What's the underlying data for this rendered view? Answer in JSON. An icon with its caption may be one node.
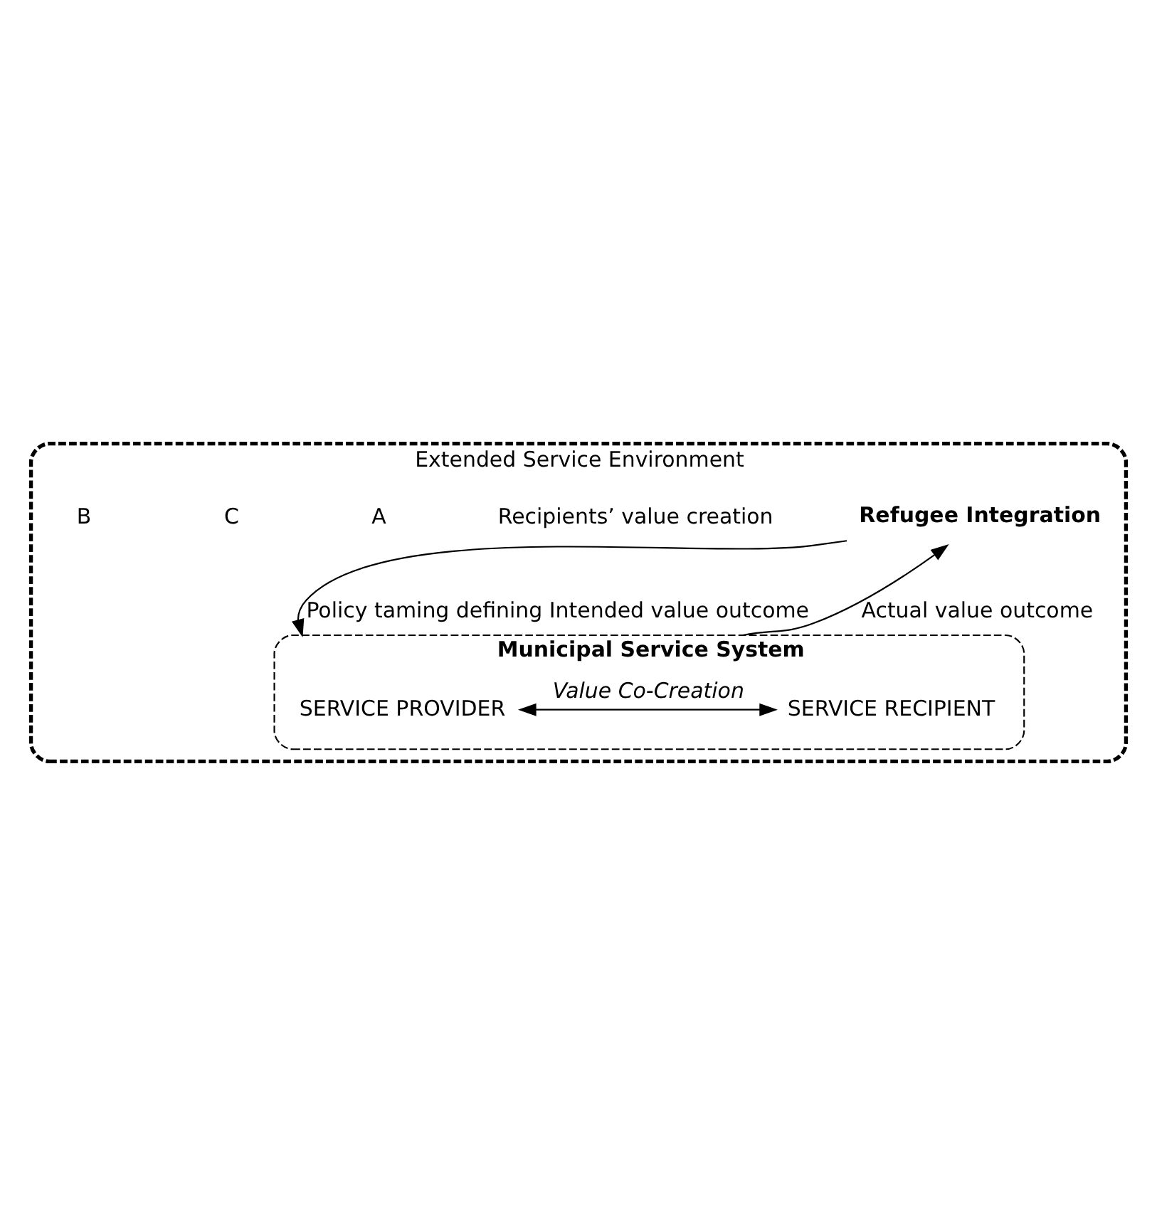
{
  "diagram": {
    "nodes": [
      {
        "text": [
          "Extended Service Environment"
        ]
      },
      {
        "text": [
          "Refugee Integration"
        ],
        "in": 0
      },
      {
        "text": [
          "Municipal Service System"
        ],
        "in": 0
      },
      {
        "text": [
          "SERVICE PROVIDER"
        ],
        "in": 2
      },
      {
        "text": [
          "SERVICE RECIPIENT"
        ],
        "in": 2
      }
    ],
    "edges": [
      {
        "from": 1,
        "to": 2,
        "arrow": "to",
        "label": "Policy taming defining Intended value outcome"
      },
      {
        "from": 2,
        "to": 1,
        "arrow": "to",
        "label": "Actual value outcome"
      },
      {
        "from": 3,
        "to": 4,
        "arrow": "both",
        "label": "Value Co-Creation"
      }
    ],
    "labels": [
      "Recipients’ value creation",
      "A",
      "C",
      "B"
    ]
  }
}
